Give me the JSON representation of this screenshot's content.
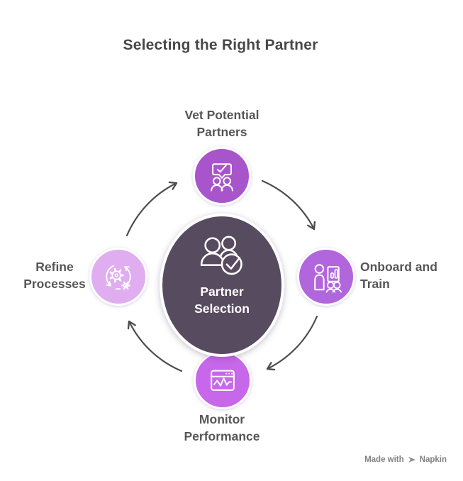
{
  "title": "Selecting the Right Partner",
  "center": {
    "label_lines": [
      "Partner",
      "Selection"
    ],
    "color": "#574B60",
    "icon": "people-approved-icon"
  },
  "nodes": [
    {
      "id": "vet",
      "label_lines": [
        "Vet Potential",
        "Partners"
      ],
      "color": "#A855CC",
      "icon": "discussion-check-icon"
    },
    {
      "id": "onboard",
      "label_lines": [
        "Onboard and",
        "Train"
      ],
      "color": "#B266DD",
      "icon": "training-presentation-icon"
    },
    {
      "id": "monitor",
      "label_lines": [
        "Monitor",
        "Performance"
      ],
      "color": "#C767E9",
      "icon": "analytics-window-icon"
    },
    {
      "id": "refine",
      "label_lines": [
        "Refine",
        "Processes"
      ],
      "color": "#DFADF0",
      "icon": "process-gears-icon"
    }
  ],
  "arrows": {
    "color": "#4D4D4D",
    "connections": [
      "vet to onboard",
      "onboard to monitor",
      "monitor to refine",
      "refine to vet"
    ]
  },
  "watermark": {
    "prefix": "Made with",
    "brand": "Napkin"
  }
}
